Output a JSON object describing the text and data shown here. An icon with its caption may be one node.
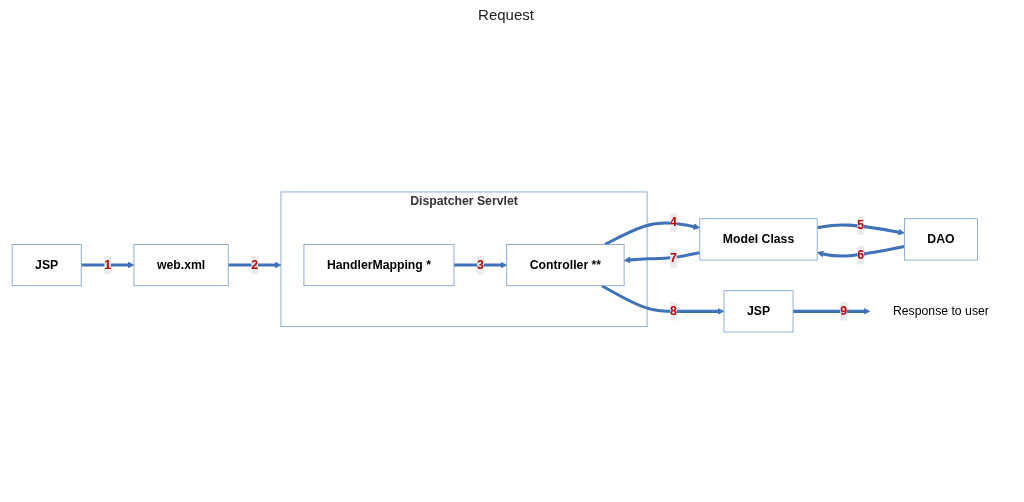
{
  "diagram": {
    "nodes": [
      {
        "text": [
          "JSP"
        ]
      },
      {
        "text": [
          "web.xml"
        ]
      },
      {
        "text": [
          "Dispatcher Servlet"
        ]
      },
      {
        "text": [
          "HandlerMapping *"
        ],
        "in": 2
      },
      {
        "text": [
          "Controller **"
        ],
        "in": 2
      },
      {
        "text": [
          "JSP"
        ]
      },
      {
        "text": [
          "DAO"
        ]
      },
      {
        "text": [
          "Model Class"
        ]
      },
      {
        "text": [
          "Response to user"
        ]
      }
    ],
    "edges": [
      {
        "from": 0,
        "to": 1,
        "arrow": "to",
        "label": "1"
      },
      {
        "from": 1,
        "to": 2,
        "arrow": "to",
        "label": "2"
      },
      {
        "from": 3,
        "to": 4,
        "arrow": "to",
        "label": "3"
      },
      {
        "from": 4,
        "to": 7,
        "arrow": "to",
        "label": "4"
      },
      {
        "from": 7,
        "to": 6,
        "arrow": "to",
        "label": "5"
      },
      {
        "from": 6,
        "to": 7,
        "arrow": "to",
        "label": "6"
      },
      {
        "from": 7,
        "to": 4,
        "arrow": "to",
        "label": "7"
      },
      {
        "from": 4,
        "to": 5,
        "arrow": "to",
        "label": "8"
      },
      {
        "from": 5,
        "to": 8,
        "arrow": "to",
        "label": "9"
      }
    ],
    "labels": [
      "Request"
    ]
  }
}
